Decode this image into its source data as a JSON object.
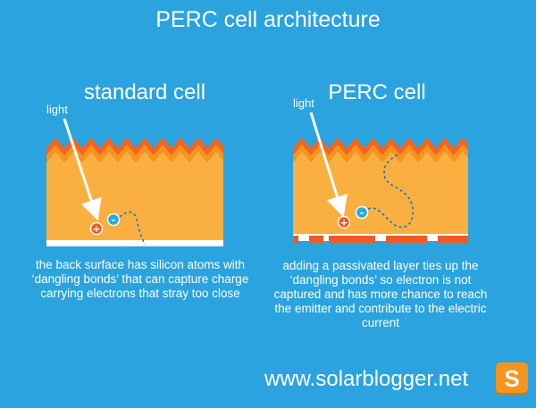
{
  "title": "PERC cell architecture",
  "standard": {
    "title": "standard cell",
    "light_label": "light",
    "caption": "the back surface has silicon atoms with ‘dangling bonds’ that can capture charge carrying electrons that stray too close"
  },
  "perc": {
    "title": "PERC cell",
    "light_label": "light",
    "caption": "adding a passivated layer ties up the ‘dangling bonds’ so electron is not captured and has more chance to reach the emitter and contribute to the electric current"
  },
  "charges": {
    "hole": "+",
    "electron": "-"
  },
  "footer": {
    "url": "www.solarblogger.net",
    "logo_letter": "S"
  },
  "colors": {
    "background": "#2aa3df",
    "cell_body": "#f9b040",
    "texture_light": "#f7941d",
    "texture_dark": "#f26522",
    "back_contact": "#ffffff",
    "passivation": "#f05a22",
    "hole": "#f15a24",
    "electron": "#29a8e0"
  }
}
